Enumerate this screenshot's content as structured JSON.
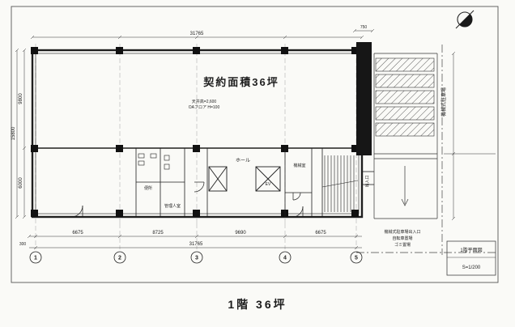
{
  "sheet": {
    "caption": "1階 36坪"
  },
  "plan": {
    "area_label": "契約面積36坪",
    "ceiling_note_1": "天井高=2,600",
    "ceiling_note_2": "OAフロア H=100",
    "rooms": {
      "hall": "ホール",
      "ev": "EV",
      "wc": "便所",
      "office": "管理人室",
      "machine": "機械室",
      "entrance": "出入口"
    }
  },
  "annex": {
    "label": "機械式駐車場",
    "notes": [
      "機械式駐車場出入口",
      "自転車置場",
      "ゴミ置場"
    ]
  },
  "grid": {
    "labels": [
      "1",
      "2",
      "3",
      "4",
      "5"
    ]
  },
  "dims": {
    "top_total": "31765",
    "shaft_width": "750",
    "bottom_segments": [
      "6675",
      "8725",
      "9690",
      "6675"
    ],
    "bottom_total": "31765",
    "bottom_offset": "300",
    "left_upper": "9800",
    "left_lower": "6000",
    "left_total": "15800"
  },
  "titleblock": {
    "line1": "1階平面図",
    "line2": "S=1/200"
  },
  "colors": {
    "ink": "#1f1f1f",
    "paper": "#fafaf7"
  }
}
